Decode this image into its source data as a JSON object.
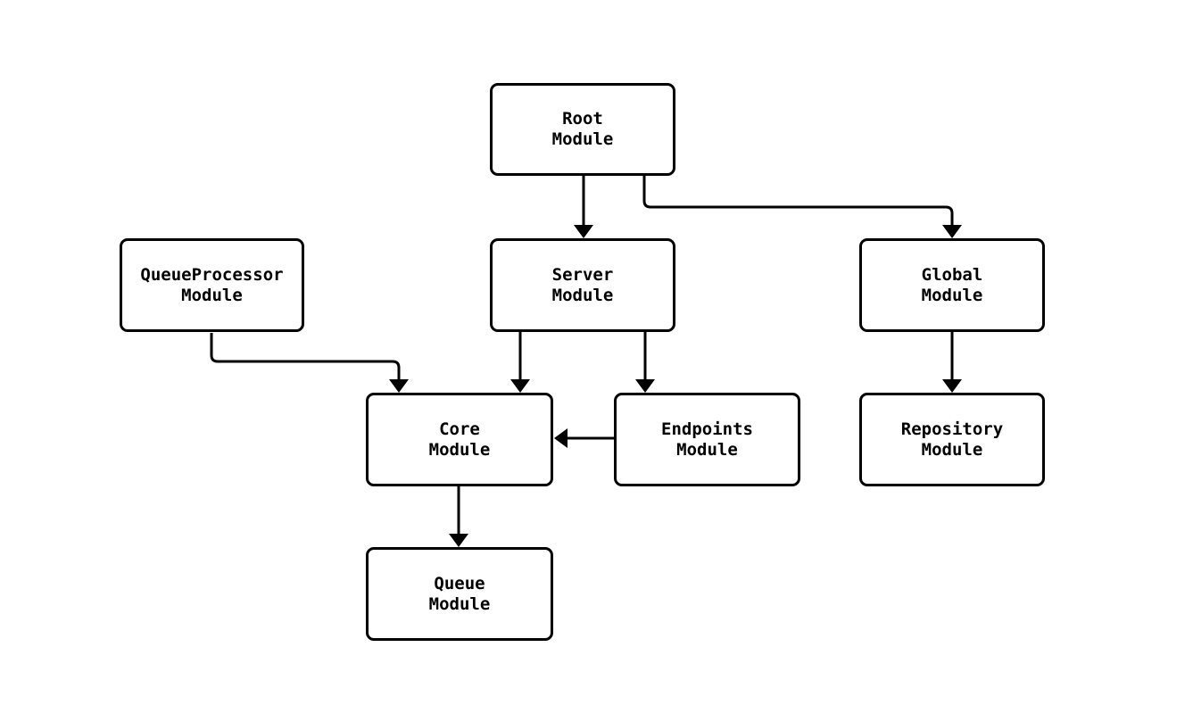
{
  "diagram": {
    "type": "flowchart",
    "background_color": "#ffffff",
    "stroke_color": "#000000",
    "nodes": {
      "root": {
        "label": "Root\nModule"
      },
      "queue_processor": {
        "label": "QueueProcessor\nModule"
      },
      "server": {
        "label": "Server\nModule"
      },
      "global": {
        "label": "Global\nModule"
      },
      "core": {
        "label": "Core\nModule"
      },
      "endpoints": {
        "label": "Endpoints\nModule"
      },
      "repository": {
        "label": "Repository\nModule"
      },
      "queue": {
        "label": "Queue\nModule"
      }
    },
    "edges": [
      {
        "from": "Root Module",
        "to": "Server Module"
      },
      {
        "from": "Root Module",
        "to": "Global Module"
      },
      {
        "from": "QueueProcessor Module",
        "to": "Core Module"
      },
      {
        "from": "Server Module",
        "to": "Core Module"
      },
      {
        "from": "Server Module",
        "to": "Endpoints Module"
      },
      {
        "from": "Global Module",
        "to": "Repository Module"
      },
      {
        "from": "Endpoints Module",
        "to": "Core Module"
      },
      {
        "from": "Core Module",
        "to": "Queue Module"
      }
    ]
  }
}
